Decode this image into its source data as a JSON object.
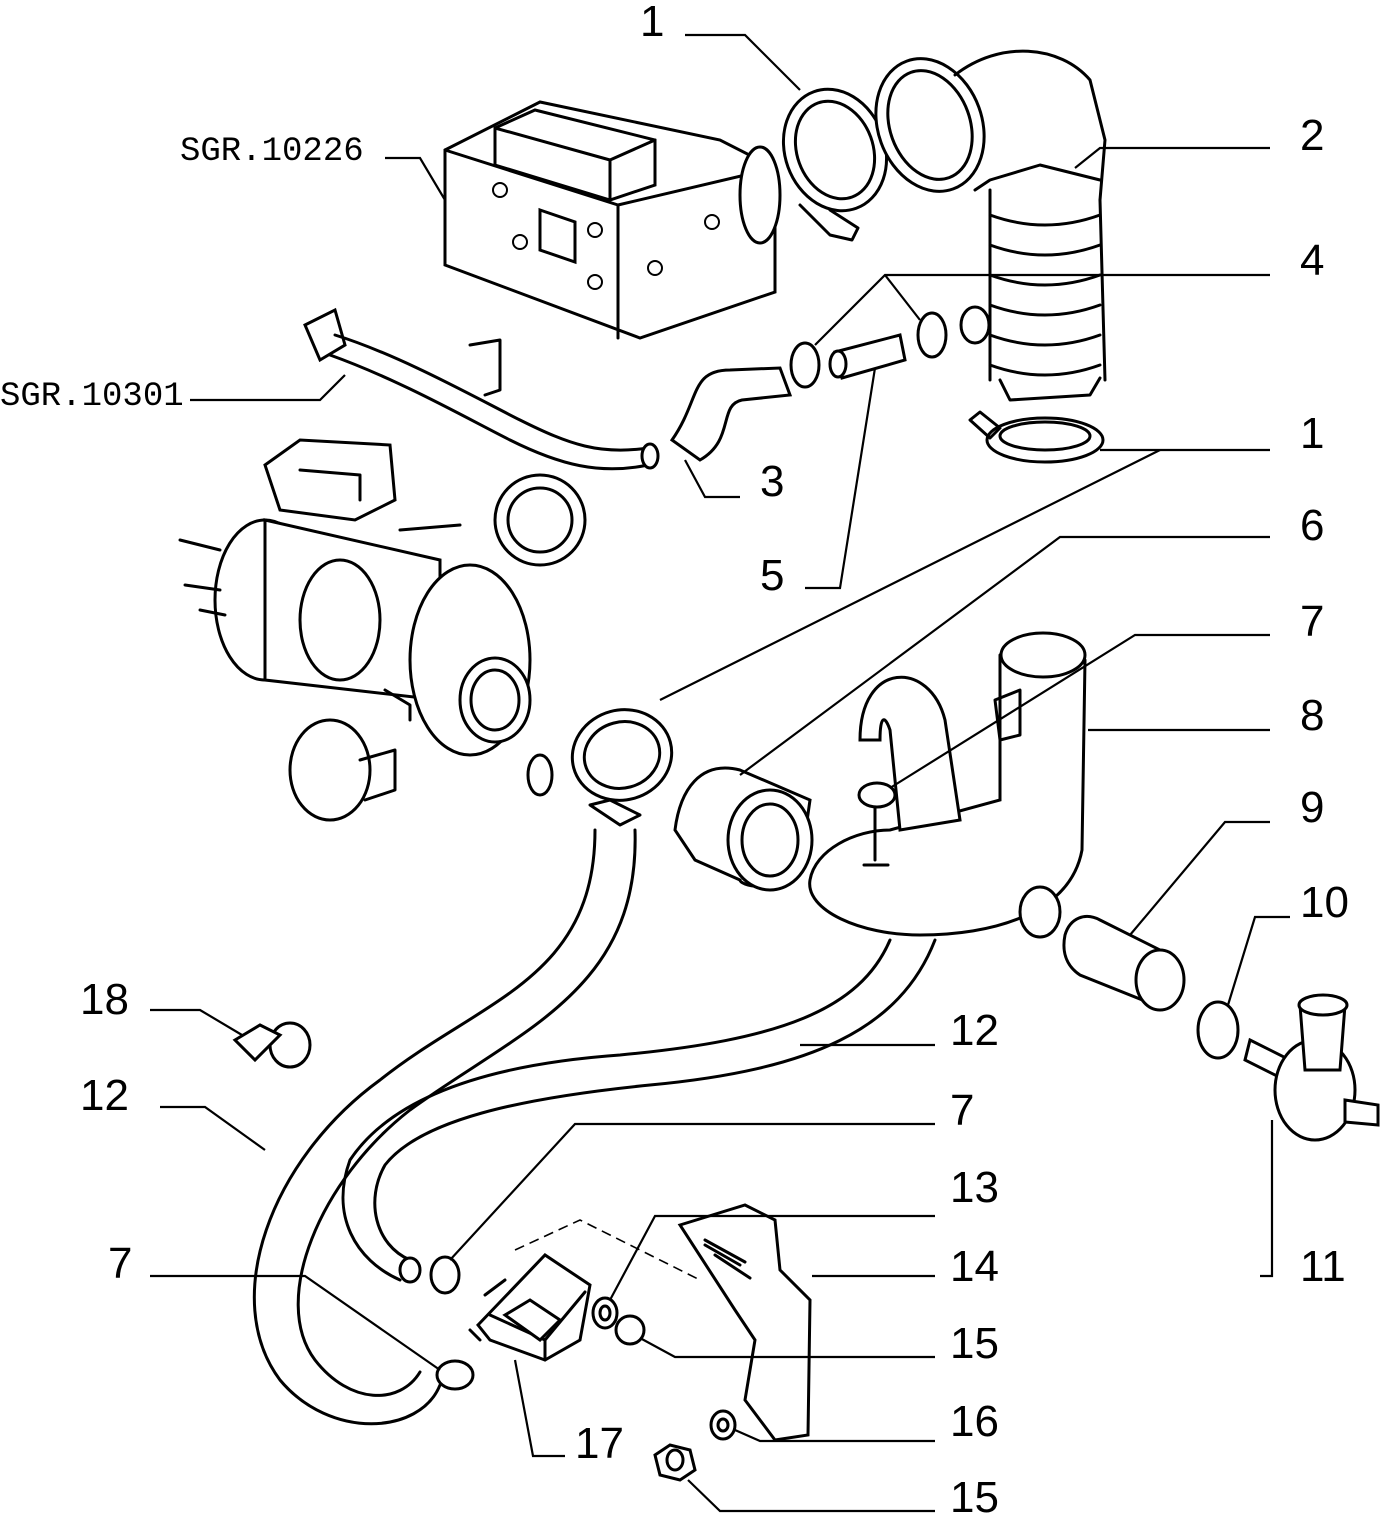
{
  "diagram": {
    "refs": {
      "sgr_10226": "SGR.10226",
      "sgr_10301": "SGR.10301"
    },
    "callouts": [
      {
        "id": "c1a",
        "label": "1"
      },
      {
        "id": "c2",
        "label": "2"
      },
      {
        "id": "c4",
        "label": "4"
      },
      {
        "id": "c1b",
        "label": "1"
      },
      {
        "id": "c3",
        "label": "3"
      },
      {
        "id": "c5",
        "label": "5"
      },
      {
        "id": "c6",
        "label": "6"
      },
      {
        "id": "c7a",
        "label": "7"
      },
      {
        "id": "c8",
        "label": "8"
      },
      {
        "id": "c9",
        "label": "9"
      },
      {
        "id": "c10",
        "label": "10"
      },
      {
        "id": "c12a",
        "label": "12"
      },
      {
        "id": "c18",
        "label": "18"
      },
      {
        "id": "c12b",
        "label": "12"
      },
      {
        "id": "c7b",
        "label": "7"
      },
      {
        "id": "c13",
        "label": "13"
      },
      {
        "id": "c7c",
        "label": "7"
      },
      {
        "id": "c14",
        "label": "14"
      },
      {
        "id": "c11",
        "label": "11"
      },
      {
        "id": "c15a",
        "label": "15"
      },
      {
        "id": "c16",
        "label": "16"
      },
      {
        "id": "c17",
        "label": "17"
      },
      {
        "id": "c15b",
        "label": "15"
      }
    ]
  }
}
